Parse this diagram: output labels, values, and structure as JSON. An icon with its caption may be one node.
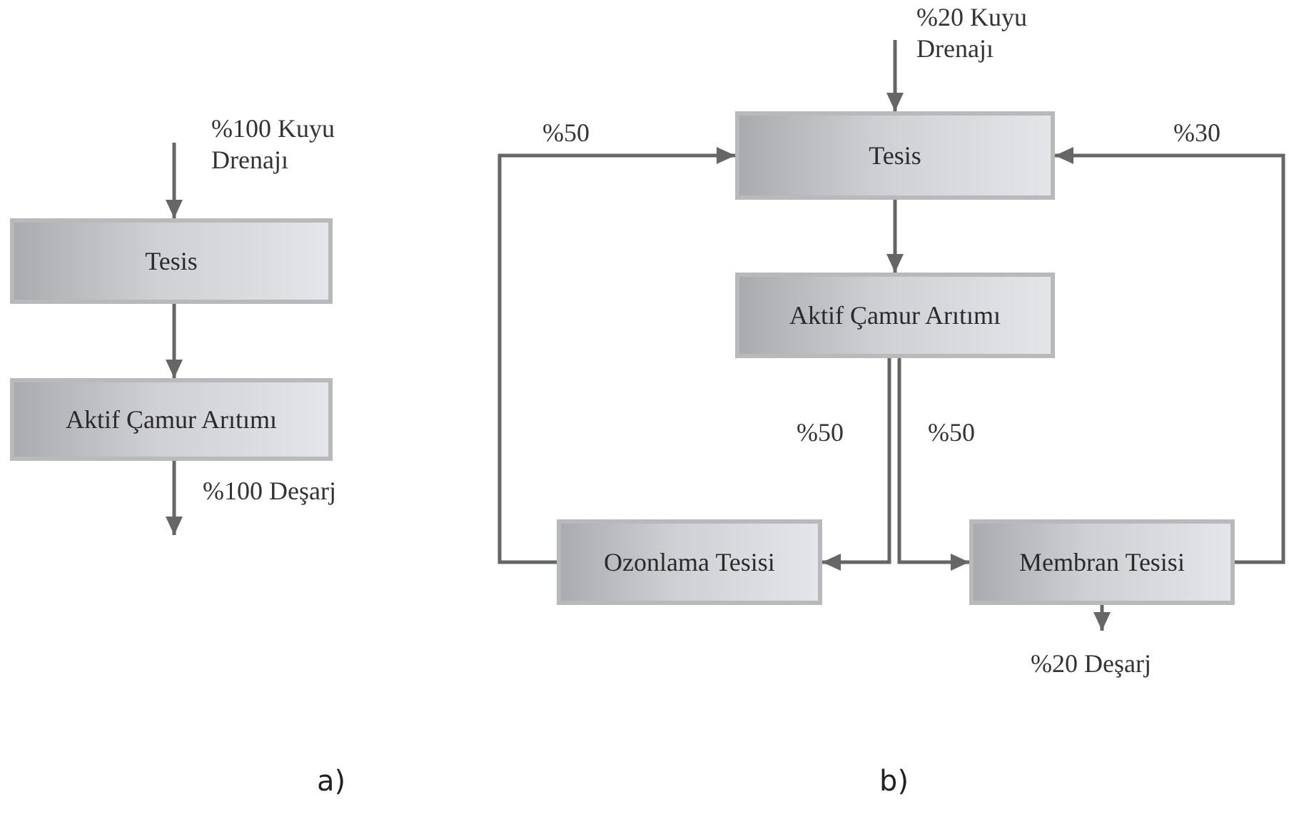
{
  "diagram": {
    "nodes": [
      {
        "text": [
          "Tesis"
        ]
      },
      {
        "text": [
          "Aktif Çamur Arıtımı"
        ]
      },
      {
        "text": [
          "Tesis"
        ]
      },
      {
        "text": [
          "Aktif Çamur Arıtımı"
        ]
      },
      {
        "text": [
          "Ozonlama Tesisi"
        ]
      },
      {
        "text": [
          "Membran Tesisi"
        ]
      }
    ],
    "edges": [
      {
        "from": null,
        "to": 0,
        "arrow": "to",
        "label": "%100 Kuyu Drenajı"
      },
      {
        "from": 0,
        "to": 1,
        "arrow": "to"
      },
      {
        "from": 1,
        "to": null,
        "arrow": "to",
        "label": "%100 Deşarj"
      },
      {
        "from": null,
        "to": 2,
        "arrow": "to",
        "label": "%20 Kuyu Drenajı"
      },
      {
        "from": 2,
        "to": 3,
        "arrow": "to"
      },
      {
        "from": 3,
        "to": 4,
        "arrow": "to",
        "label": "%50"
      },
      {
        "from": 3,
        "to": 5,
        "arrow": "to",
        "label": "%50"
      },
      {
        "from": 4,
        "to": 2,
        "arrow": "to",
        "label": "%50"
      },
      {
        "from": 5,
        "to": 2,
        "arrow": "to",
        "label": "%30"
      },
      {
        "from": 5,
        "to": null,
        "arrow": "to",
        "label": "%20 Deşarj"
      }
    ],
    "labels": [
      "a)",
      "b)"
    ]
  }
}
